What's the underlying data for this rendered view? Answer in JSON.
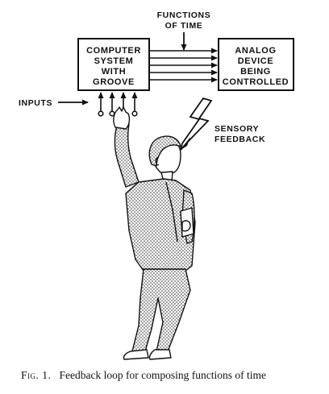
{
  "labels": {
    "functions_of_time": [
      "FUNCTIONS",
      "OF TIME"
    ],
    "computer_box": [
      "COMPUTER",
      "SYSTEM",
      "WITH",
      "GROOVE"
    ],
    "analog_box": [
      "ANALOG",
      "DEVICE",
      "BEING",
      "CONTROLLED"
    ],
    "inputs": "INPUTS",
    "sensory_feedback": [
      "SENSORY",
      "FEEDBACK"
    ]
  },
  "caption": {
    "figure_label": "Fig. 1.",
    "text": "Feedback loop for composing functions of time"
  }
}
